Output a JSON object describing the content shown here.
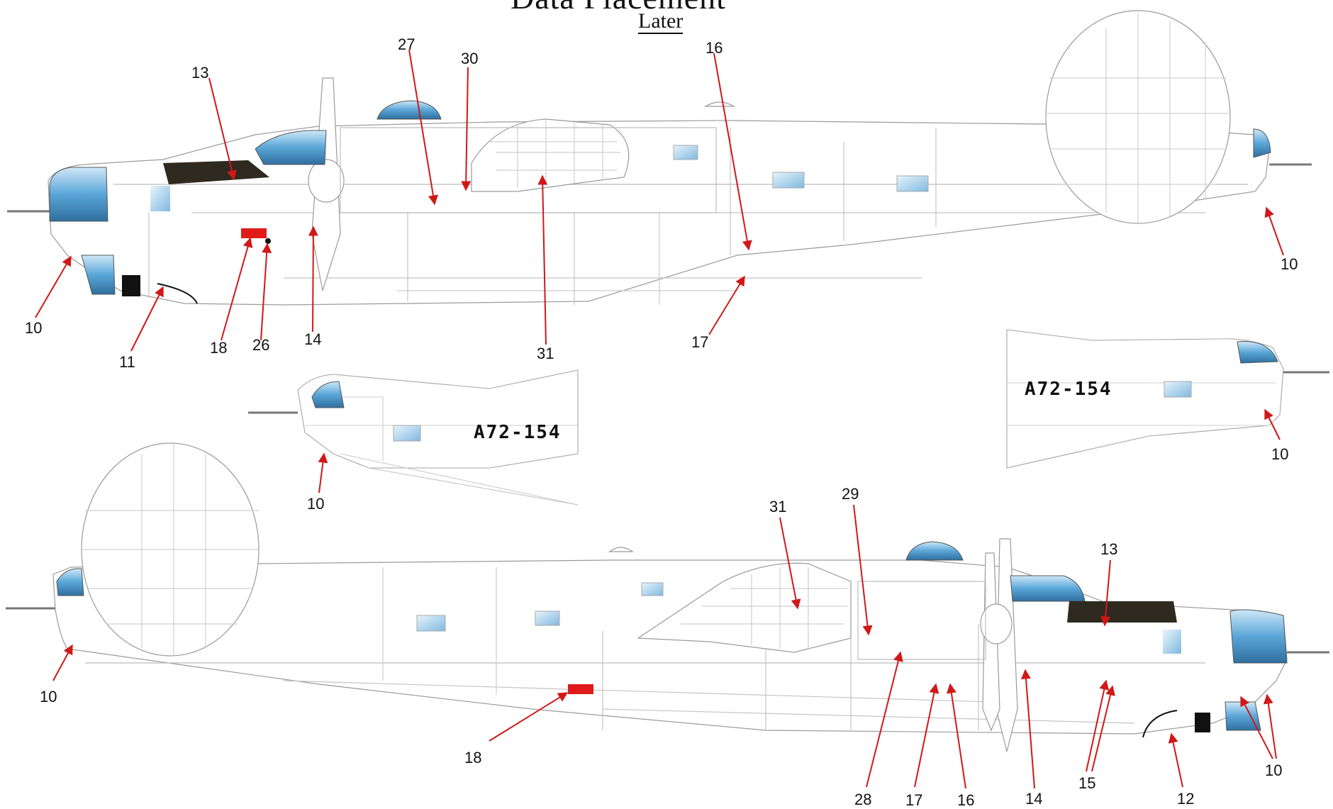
{
  "header": {
    "title": "Data Placement",
    "subtitle": "Later"
  },
  "serials": [
    "A72-154",
    "A72-154"
  ],
  "callouts": {
    "top_view": [
      "13",
      "27",
      "30",
      "16",
      "10",
      "11",
      "18",
      "26",
      "14",
      "31",
      "17",
      "10"
    ],
    "tail_left": [
      "10"
    ],
    "tail_right": [
      "10"
    ],
    "bottom_view": [
      "31",
      "29",
      "13",
      "10",
      "18",
      "28",
      "17",
      "16",
      "14",
      "15",
      "12",
      "10"
    ]
  },
  "colors": {
    "leader": "#d01818",
    "decal_red": "#e01a1a",
    "glazing": "#6fb3e0",
    "anti_glare": "#2f2a20",
    "outline": "#8f8f8f"
  }
}
